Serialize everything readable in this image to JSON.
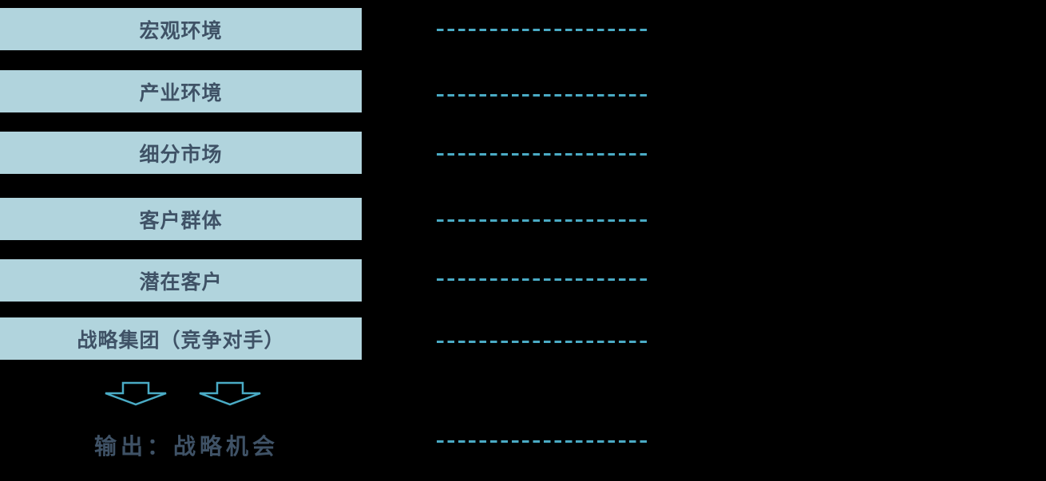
{
  "diagram": {
    "boxes": [
      {
        "label": "宏观环境"
      },
      {
        "label": "产业环境"
      },
      {
        "label": "细分市场"
      },
      {
        "label": "客户群体"
      },
      {
        "label": "潜在客户"
      },
      {
        "label": "战略集团（竞争对手）"
      }
    ],
    "output_label": "输出：战略机会",
    "dashed_line_count": 7,
    "arrow_count": 2,
    "colors": {
      "background": "#000000",
      "box_fill": "#B1D4DD",
      "text": "#3F5266",
      "accent": "#4AABC5"
    }
  }
}
